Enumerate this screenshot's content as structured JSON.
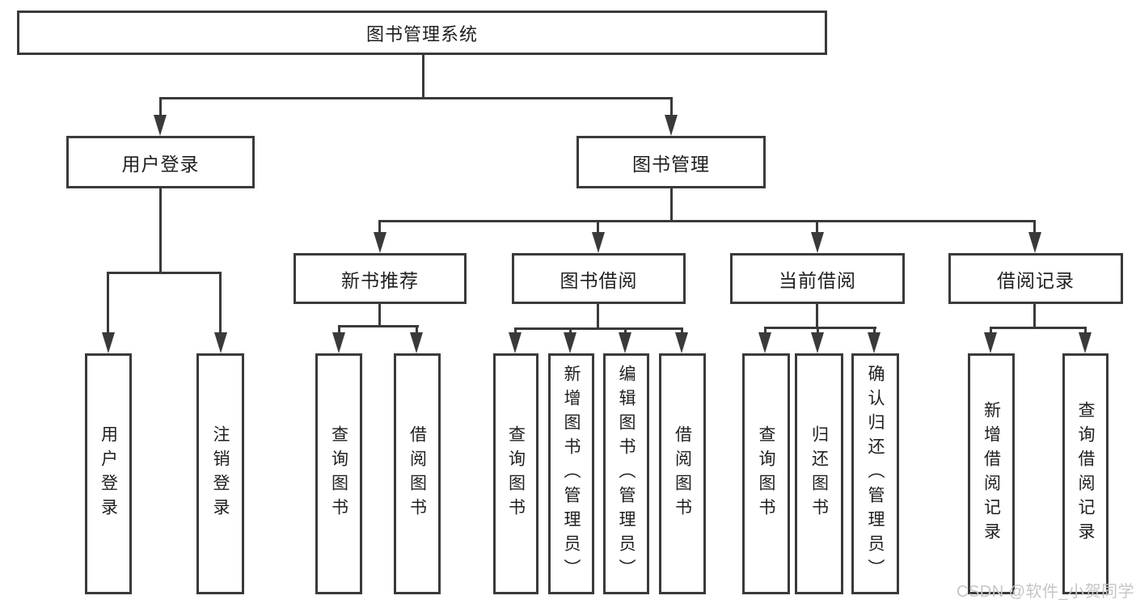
{
  "colors": {
    "line": "#3a3a3a",
    "text": "#1f1f1f",
    "watermark_color": "#c6c6c6",
    "background": "#ffffff"
  },
  "watermark": {
    "text": "CSDN @软件_小贺同学"
  },
  "tree": {
    "label": "图书管理系统",
    "children": [
      {
        "label": "用户登录",
        "children": [
          {
            "label": "用户登录"
          },
          {
            "label": "注销登录"
          }
        ]
      },
      {
        "label": "图书管理",
        "children": [
          {
            "label": "新书推荐",
            "children": [
              {
                "label": "查询图书"
              },
              {
                "label": "借阅图书"
              }
            ]
          },
          {
            "label": "图书借阅",
            "children": [
              {
                "label": "查询图书"
              },
              {
                "label": "新增图书（管理员）"
              },
              {
                "label": "编辑图书（管理员）"
              },
              {
                "label": "借阅图书"
              }
            ]
          },
          {
            "label": "当前借阅",
            "children": [
              {
                "label": "查询图书"
              },
              {
                "label": "归还图书"
              },
              {
                "label": "确认归还（管理员）"
              }
            ]
          },
          {
            "label": "借阅记录",
            "children": [
              {
                "label": "新增借阅记录"
              },
              {
                "label": "查询借阅记录"
              }
            ]
          }
        ]
      }
    ]
  }
}
